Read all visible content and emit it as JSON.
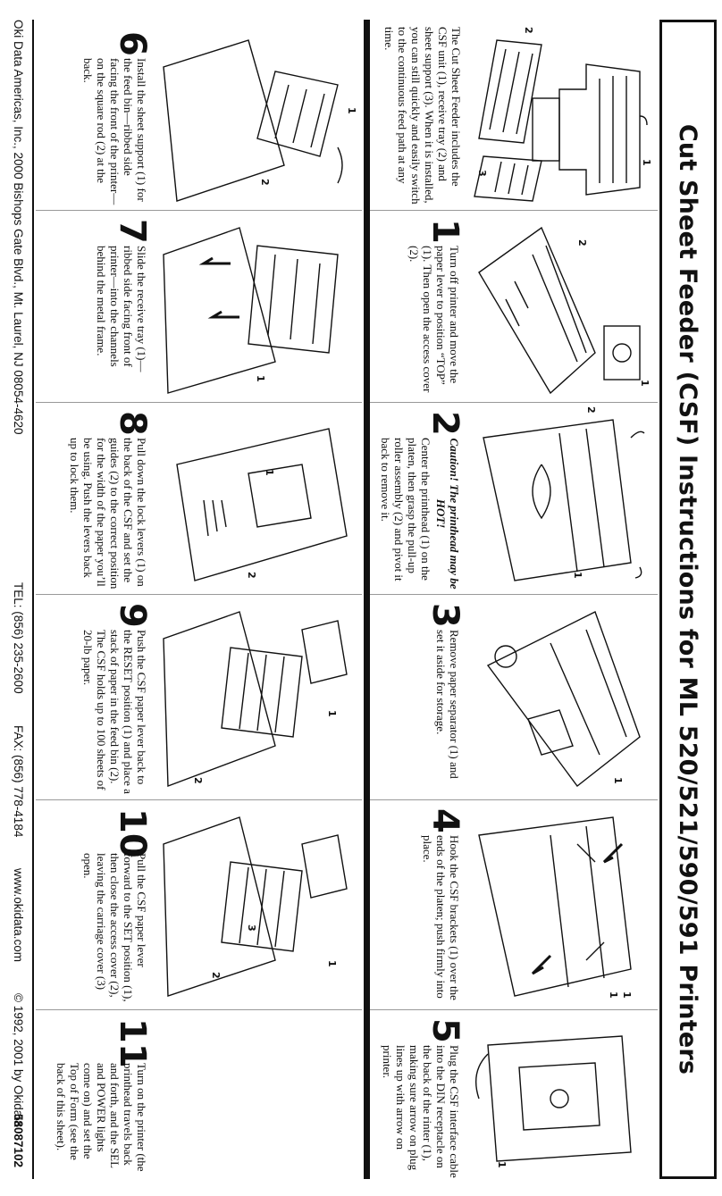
{
  "title": "Cut Sheet Feeder (CSF) Instructions for ML 520/521/590/591 Printers",
  "intro": {
    "text": "The Cut Sheet Feeder includes the CSF unit (1), receive tray (2) and sheet support (3). When it is installed, you can still quickly and easily switch to the continuous feed path at any time.",
    "callouts": [
      "1",
      "2",
      "3"
    ]
  },
  "steps": [
    {
      "number": "1",
      "text": "Turn off printer and move the paper lever to position “TOP” (1). Then open the access cover (2).",
      "callouts": [
        "1",
        "2"
      ]
    },
    {
      "number": "2",
      "caution": "Caution! The printhead may be HOT!",
      "text": "Center the printhead (1) on the platen, then grasp the pull-up roller assembly (2) and pivot it back to remove it.",
      "callouts": [
        "1",
        "2"
      ]
    },
    {
      "number": "3",
      "text": "Remove paper separator (1) and set it aside for storage.",
      "callouts": [
        "1"
      ]
    },
    {
      "number": "4",
      "text": "Hook the CSF brackets (1) over the ends of the platen; push firmly into place.",
      "callouts": [
        "1",
        "1"
      ]
    },
    {
      "number": "5",
      "text": "Plug the CSF interface cable into the DIN receptacle on the back of the rinter (1), making sure arrow on plug lines up with arrow on printer.",
      "callouts": [
        "1"
      ]
    },
    {
      "number": "6",
      "text": "Install the sheet support (1) for the feed bin—ribbed side facing the front of the printer—on the square rod (2) at the back.",
      "callouts": [
        "1",
        "2"
      ]
    },
    {
      "number": "7",
      "text": "Slide the receive tray (1)—ribbed side facing front of printer—into the channels behind the metal frame.",
      "callouts": [
        "1"
      ]
    },
    {
      "number": "8",
      "text": "Pull down the lock levers (1) on the back of the CSF and set the guides (2) to the correct position for the width of the paper you’ll be using. Push the levers back up to lock them.",
      "callouts": [
        "1",
        "2"
      ]
    },
    {
      "number": "9",
      "text": "Push the CSF paper lever back to the RESET position (1) and place a stack of paper in the feed bin (2). The CSF holds up to 100 sheets of 20-lb paper.",
      "callouts": [
        "1",
        "2"
      ]
    },
    {
      "number": "10",
      "text": "Pull the CSF paper lever forward to the SET position (1), then close the access cover (2), leaving the carriage cover (3) open.",
      "callouts": [
        "1",
        "2",
        "3"
      ]
    },
    {
      "number": "11",
      "text": "Turn on the printer (the printhead travels back and forth, and the SEL and POWER lights come on) and set the Top of Form (see the back of this sheet).",
      "callouts": []
    }
  ],
  "footer": {
    "address": "Oki Data Americas, Inc., 2000 Bishops Gate Blvd., Mt. Laurel, NJ 08054-4620",
    "tel": "TEL: (856) 235-2600",
    "fax": "FAX: (856) 778-4184",
    "web": "www.okidata.com",
    "copyright": "© 1992, 2001 by Okidata",
    "code": "58087102"
  }
}
